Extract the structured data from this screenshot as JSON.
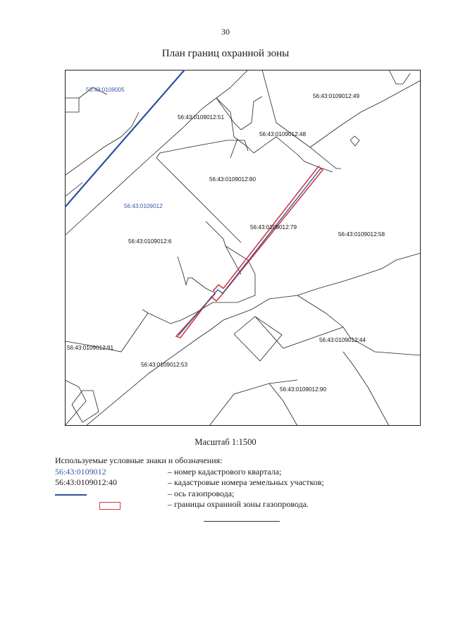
{
  "page_number": "30",
  "title": "План границ охранной зоны",
  "map": {
    "colors": {
      "quarter_label": "#3557a8",
      "pipeline_axis": "#2f4fa0",
      "protection_zone": "#d23a3a",
      "parcel_line": "#222222"
    },
    "quarter_labels": [
      "56:43:0109005",
      "56:43:0109012"
    ],
    "parcel_labels": [
      "56:43:0109012:49",
      "56:43:0109012:51",
      "56:43:0109012:48",
      "56:43:0109012:80",
      "56:43:0109012:79",
      "56:43:0109012:6",
      "56:43:0109012:58",
      "56:43:0109012:44",
      "56:43:0109012:91",
      "56:43:0109012:53",
      "56:43:0109012:90"
    ]
  },
  "scale": "Масштаб 1:1500",
  "legend": {
    "title": "Используемые условные знаки и обозначения:",
    "items": [
      {
        "symbol_text": "56:43:0109012",
        "symbol": "blue-text",
        "description": "– номер кадастрового квартала;"
      },
      {
        "symbol_text": "56:43:0109012:40",
        "symbol": "black-text",
        "description": "– кадастровые номера земельных участков;"
      },
      {
        "symbol_text": "",
        "symbol": "blue-line",
        "description": "– ось газопровода;"
      },
      {
        "symbol_text": "",
        "symbol": "red-rectangle",
        "description": "– границы охранной зоны газопровода."
      }
    ]
  }
}
